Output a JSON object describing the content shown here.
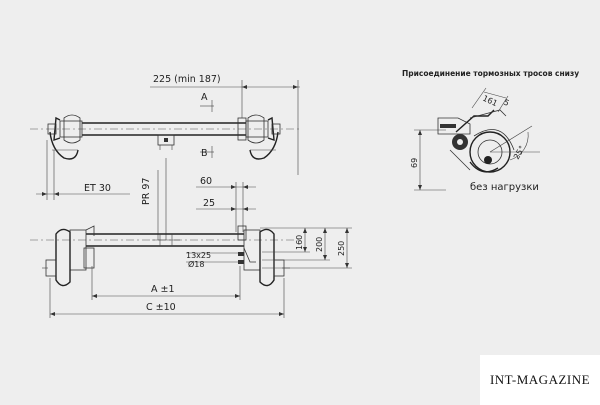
{
  "dimensions": {
    "width_225": "225 (min 187)",
    "section_a": "A",
    "section_b": "B",
    "et": "ET 30",
    "pr": "PR 97",
    "d60": "60",
    "d25": "25",
    "d160": "160",
    "d200": "200",
    "d250": "250",
    "bolt": "13x25",
    "hole": "Ø18",
    "a_tol": "A ±1",
    "c_tol": "C ±10"
  },
  "detail": {
    "title": "Присоединение тормозных тросов снизу",
    "d161": "161",
    "d5": "5",
    "d69": "69",
    "angle": "25°",
    "caption": "без нагрузки"
  },
  "watermark": "INT-MAGAZINE"
}
